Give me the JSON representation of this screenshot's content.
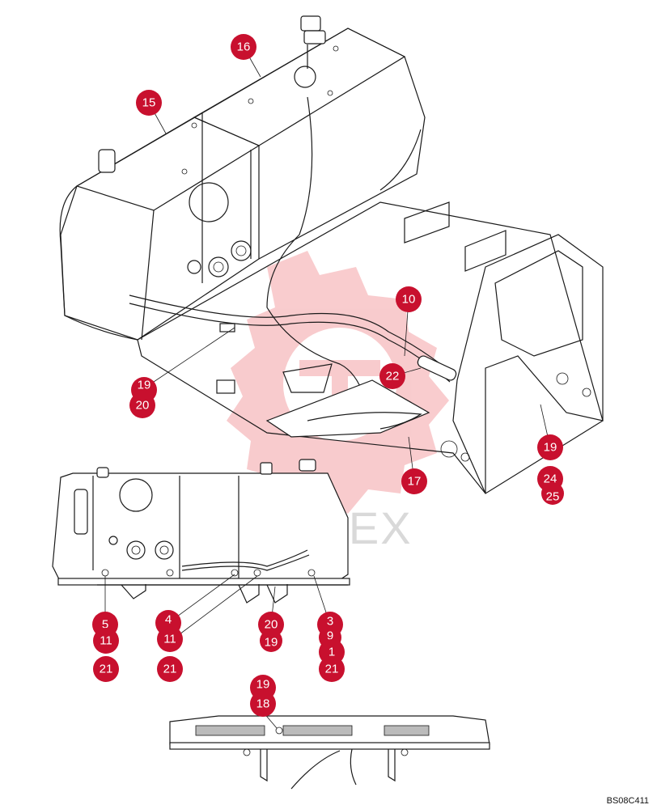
{
  "figure_code": "BS08C411",
  "watermark": {
    "text": "ИНТЕХ",
    "color": "#e8484e"
  },
  "callout_color": "#c8102e",
  "callouts": [
    "16",
    "15",
    "10",
    "22",
    "19",
    "20",
    "19",
    "24",
    "25",
    "17",
    "5",
    "11",
    "21",
    "4",
    "11",
    "21",
    "20",
    "19",
    "3",
    "9",
    "1",
    "21",
    "19",
    "18"
  ]
}
